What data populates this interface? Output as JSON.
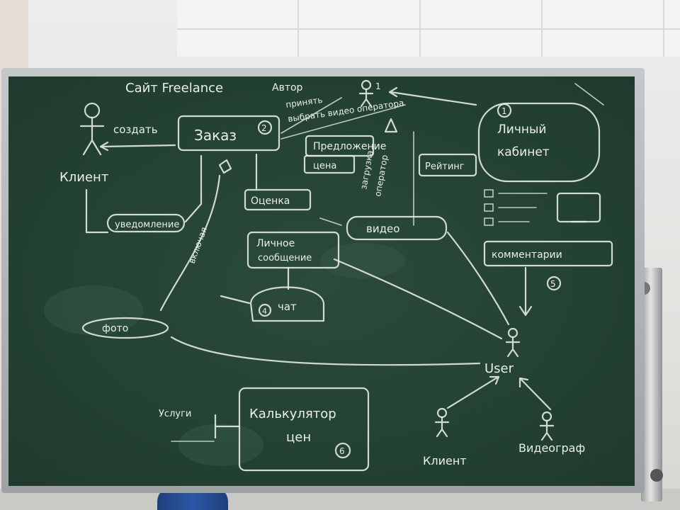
{
  "board": {
    "title": "Сайт Freelance",
    "labels": {
      "author": "Автор",
      "actor_top": "1",
      "create": "создать",
      "order": "Заказ",
      "order_num": "2",
      "accept": "принять",
      "choose_video_operator": "выбрать видео оператора",
      "proposal": "Предложение",
      "price": "цена",
      "upload": "загрузка",
      "operator": "оператор",
      "personal_cabinet_1": "Личный",
      "personal_cabinet_2": "кабинет",
      "cabinet_num": "1",
      "rating": "Рейтинг",
      "client_left": "Клиент",
      "notification": "уведомление",
      "evaluation": "Оценка",
      "personal_messages_1": "Личное",
      "personal_messages_2": "сообщение",
      "video": "видео",
      "comments": "комментарии",
      "comments_num": "5",
      "chat": "чат",
      "chat_num": "4",
      "photo": "фото",
      "user": "User",
      "calculator_1": "Калькулятор",
      "calculator_2": "цен",
      "calculator_num": "6",
      "services": "Услуги",
      "client_bottom": "Клиент",
      "videographer": "Видеограф",
      "includes": "включая"
    }
  }
}
